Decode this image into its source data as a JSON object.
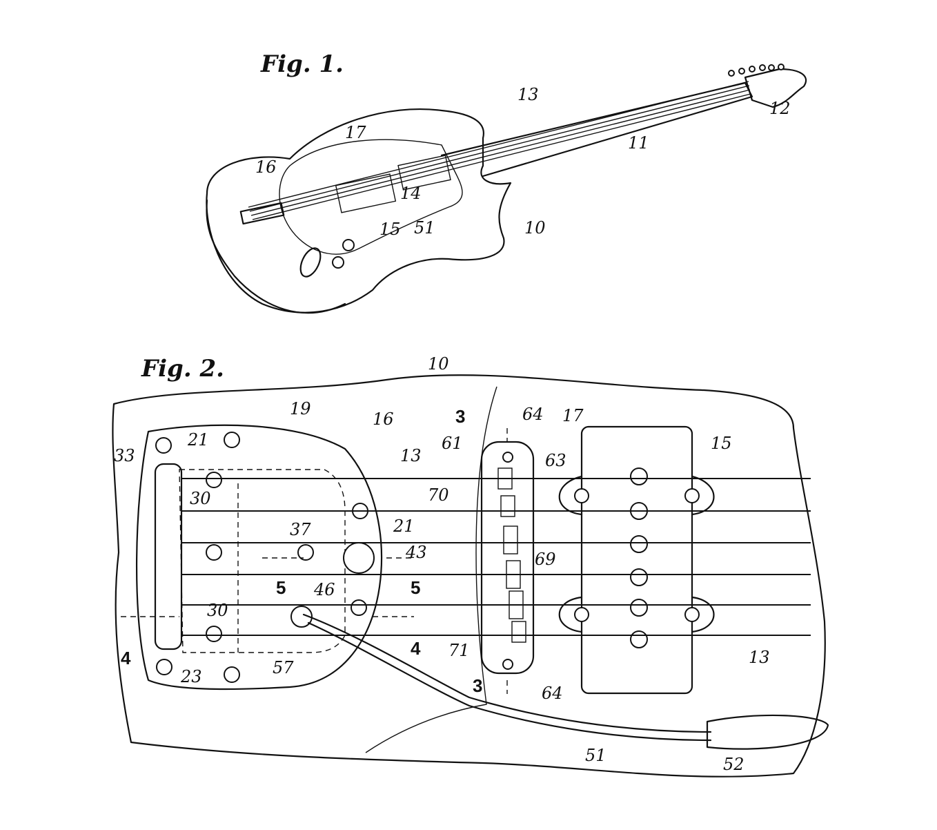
{
  "figures": {
    "fig1": {
      "title": "Fig. 1.",
      "labels": [
        "13",
        "12",
        "11",
        "17",
        "16",
        "14",
        "15",
        "51",
        "10"
      ]
    },
    "fig2": {
      "title": "Fig. 2.",
      "labels": [
        "10",
        "19",
        "16",
        "3",
        "64",
        "17",
        "15",
        "21",
        "33",
        "13",
        "61",
        "63",
        "30",
        "70",
        "21",
        "37",
        "43",
        "69",
        "5",
        "46",
        "5",
        "30",
        "4",
        "4",
        "71",
        "13",
        "23",
        "57",
        "3",
        "64",
        "51",
        "52"
      ]
    }
  }
}
